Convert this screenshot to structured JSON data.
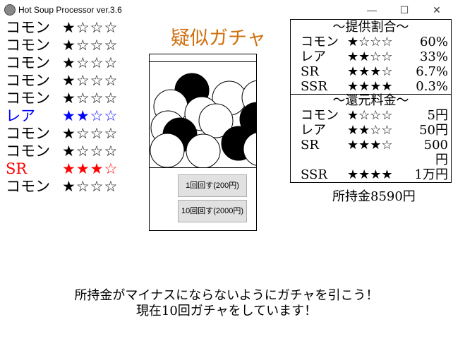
{
  "window": {
    "title": "Hot Soup Processor ver.3.6",
    "minimize": "—",
    "maximize": "☐",
    "close": "✕"
  },
  "results": [
    {
      "name": "コモン",
      "stars": "★☆☆☆",
      "color": "#000000"
    },
    {
      "name": "コモン",
      "stars": "★☆☆☆",
      "color": "#000000"
    },
    {
      "name": "コモン",
      "stars": "★☆☆☆",
      "color": "#000000"
    },
    {
      "name": "コモン",
      "stars": "★☆☆☆",
      "color": "#000000"
    },
    {
      "name": "コモン",
      "stars": "★☆☆☆",
      "color": "#000000"
    },
    {
      "name": "レア",
      "stars": "★★☆☆",
      "color": "#0000ff"
    },
    {
      "name": "コモン",
      "stars": "★☆☆☆",
      "color": "#000000"
    },
    {
      "name": "コモン",
      "stars": "★☆☆☆",
      "color": "#000000"
    },
    {
      "name": "SR",
      "stars": "★★★☆",
      "color": "#ff0000"
    },
    {
      "name": "コモン",
      "stars": "★☆☆☆",
      "color": "#000000"
    }
  ],
  "title": "疑似ガチャ",
  "buttons": {
    "single": "1回回す(200円)",
    "ten": "10回回す(2000円)"
  },
  "rates": {
    "heading": "～提供割合～",
    "rows": [
      {
        "name": "コモン",
        "stars": "★☆☆☆",
        "value": "60%"
      },
      {
        "name": "レア",
        "stars": "★★☆☆",
        "value": "33%"
      },
      {
        "name": "SR",
        "stars": "★★★☆",
        "value": "6.7%"
      },
      {
        "name": "SSR",
        "stars": "★★★★",
        "value": "0.3%"
      }
    ]
  },
  "refunds": {
    "heading": "～還元料金～",
    "rows": [
      {
        "name": "コモン",
        "stars": "★☆☆☆",
        "value": "5円"
      },
      {
        "name": "レア",
        "stars": "★★☆☆",
        "value": "50円"
      },
      {
        "name": "SR",
        "stars": "★★★☆",
        "value": "500円"
      },
      {
        "name": "SSR",
        "stars": "★★★★",
        "value": "1万円"
      }
    ]
  },
  "money": "所持金8590円",
  "messages": [
    "所持金がマイナスにならないようにガチャを引こう！",
    "現在10回ガチャをしています！"
  ]
}
